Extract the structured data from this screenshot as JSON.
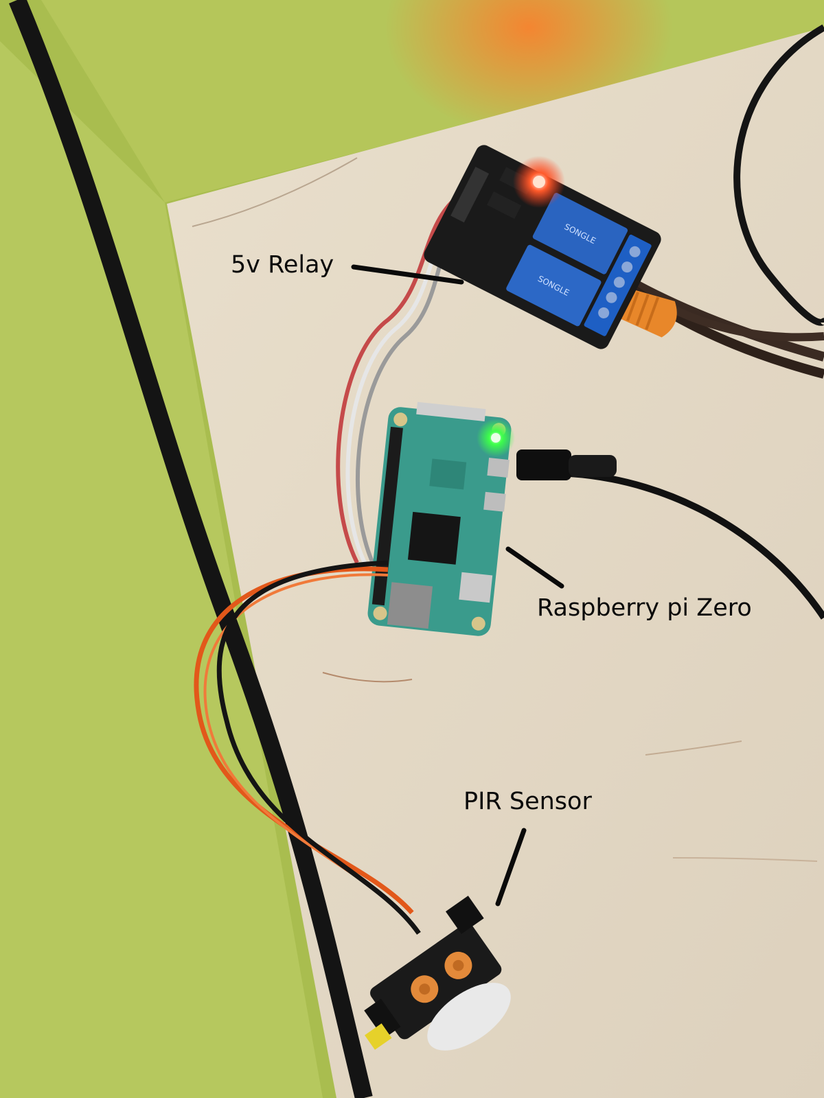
{
  "annotations": {
    "relay": "5v Relay",
    "pi": "Raspberry pi Zero",
    "pir": "PIR Sensor"
  },
  "colors": {
    "wall": "#b3c55a",
    "board": "#e6dccb",
    "pcb_green": "#3a9b8c",
    "relay_blue": "#2a64c0",
    "wire_orange": "#e2581a",
    "led_red": "#ff4a1a",
    "led_green": "#3dff4a",
    "cable": "#111111"
  },
  "icons": [
    "relay-module-icon",
    "raspberry-pi-zero-icon",
    "pir-sensor-icon"
  ]
}
